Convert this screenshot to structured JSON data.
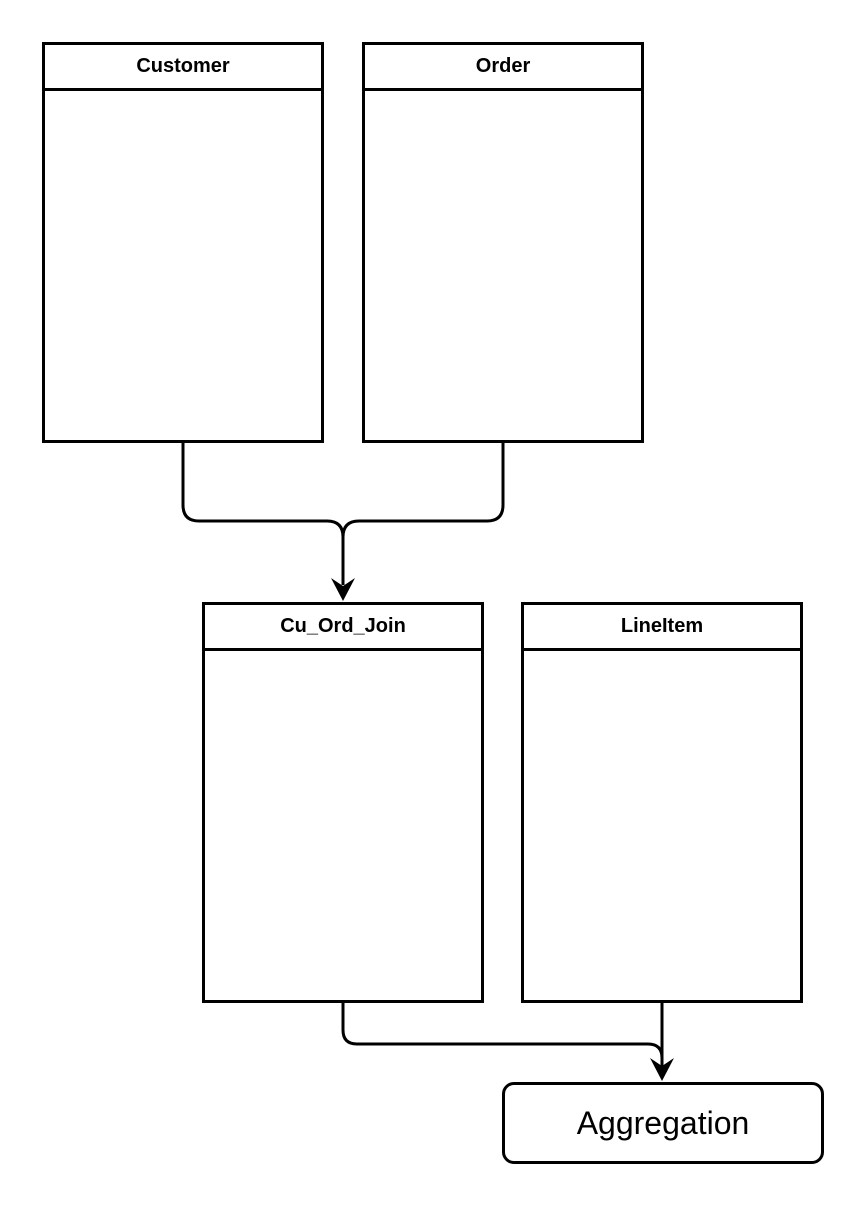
{
  "diagram": {
    "tables": [
      {
        "id": "customer",
        "title": "Customer"
      },
      {
        "id": "order",
        "title": "Order"
      },
      {
        "id": "cu_ord_join",
        "title": "Cu_Ord_Join"
      },
      {
        "id": "lineitem",
        "title": "LineItem"
      }
    ],
    "nodes": [
      {
        "id": "aggregation",
        "label": "Aggregation"
      }
    ],
    "edges": [
      {
        "from": "customer",
        "to": "cu_ord_join"
      },
      {
        "from": "order",
        "to": "cu_ord_join"
      },
      {
        "from": "cu_ord_join",
        "to": "aggregation"
      },
      {
        "from": "lineitem",
        "to": "aggregation"
      }
    ],
    "stroke_color": "#000000",
    "background_color": "#ffffff"
  }
}
